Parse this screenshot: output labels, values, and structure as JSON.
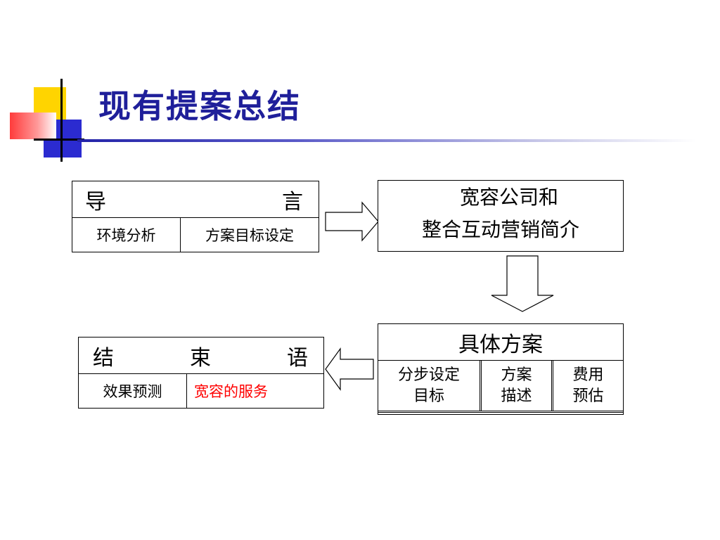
{
  "title": "现有提案总结",
  "intro_box": {
    "heading_left": "导",
    "heading_right": "言",
    "cells": [
      "环境分析",
      "方案目标设定"
    ]
  },
  "company_box": {
    "line1": "宽容公司和",
    "line2": "整合互动营销简介"
  },
  "plan_box": {
    "heading": "具体方案",
    "cells": [
      {
        "line1": "分步设定",
        "line2": "目标"
      },
      {
        "line1": "方案",
        "line2": "描述"
      },
      {
        "line1": "费用",
        "line2": "预估"
      }
    ]
  },
  "closing_box": {
    "heading": [
      "结",
      "束",
      "语"
    ],
    "cells": [
      "效果预测",
      "宽容的服务"
    ]
  },
  "colors": {
    "title": "#1f1f9a",
    "highlight": "#ff0000",
    "logo_yellow": "#ffd400",
    "logo_blue": "#2b2bd0",
    "logo_red": "#ff3b3b"
  }
}
